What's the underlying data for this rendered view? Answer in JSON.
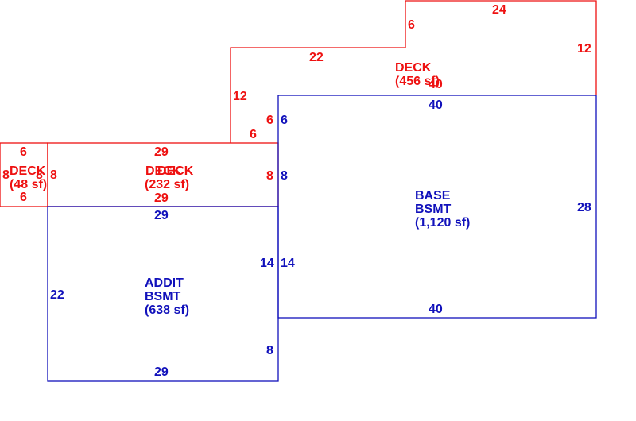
{
  "colors": {
    "deck": "#ee1111",
    "basement": "#1111bb"
  },
  "areas": {
    "deck_upper": {
      "lines": [
        "DECK",
        "(456 sf)"
      ]
    },
    "deck_middle_a": {
      "lines": [
        "DECK"
      ]
    },
    "deck_middle_b": {
      "lines": [
        "DECK",
        "(232 sf)"
      ]
    },
    "deck_small": {
      "lines": [
        "DECK",
        "(48 sf)"
      ]
    },
    "base_bsmt": {
      "lines": [
        "BASE",
        "BSMT",
        "(1,120 sf)"
      ]
    },
    "addit_bsmt": {
      "lines": [
        "ADDIT",
        "BSMT",
        "(638 sf)"
      ]
    }
  },
  "dimensions": {
    "deck_upper": [
      "24",
      "6",
      "12",
      "22",
      "12",
      "6",
      "6",
      "40"
    ],
    "deck_middle": [
      "29",
      "29",
      "8"
    ],
    "deck_small": [
      "6",
      "6",
      "8",
      "8",
      "8"
    ],
    "base_bsmt": [
      "40",
      "6",
      "8",
      "14",
      "28",
      "40"
    ],
    "addit_bsmt": [
      "29",
      "22",
      "14",
      "8",
      "29"
    ]
  }
}
